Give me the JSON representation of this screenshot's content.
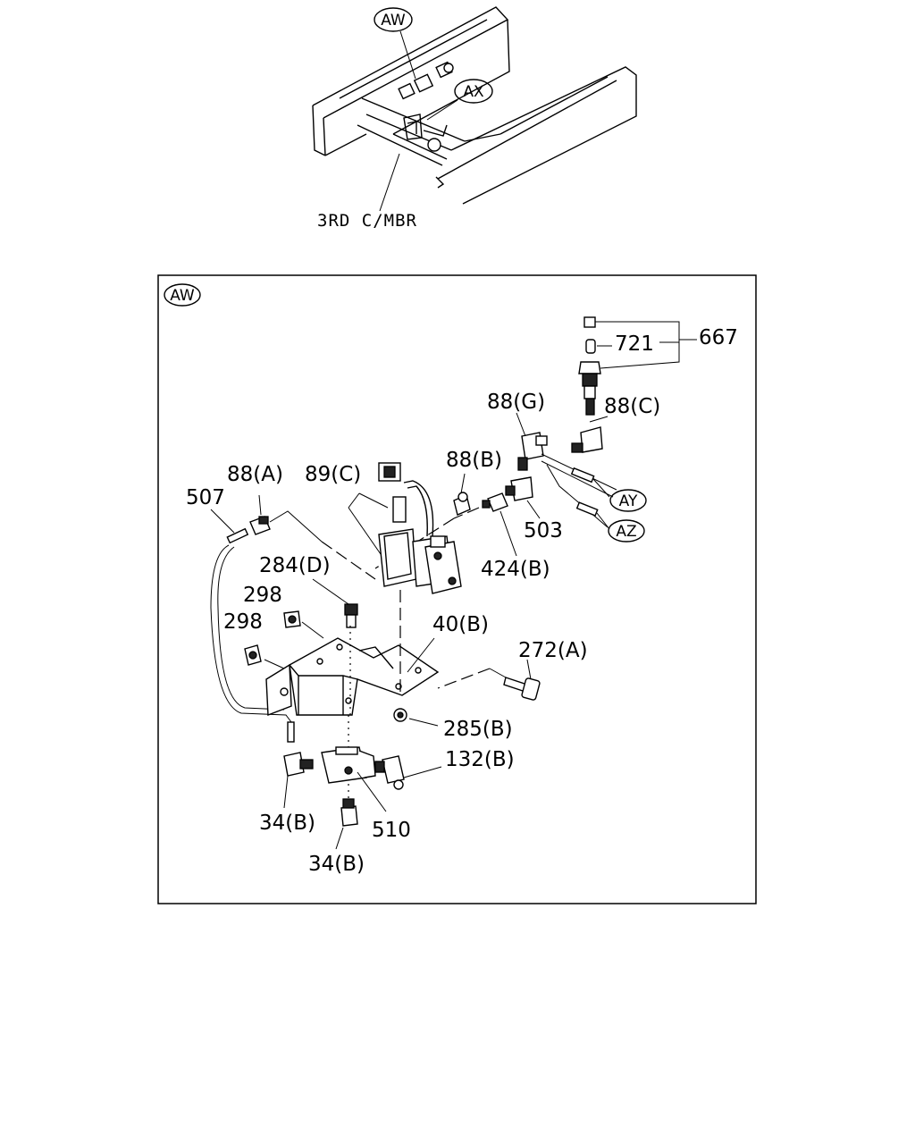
{
  "overview": {
    "callouts": [
      "AW",
      "AX"
    ],
    "frame_label": "3RD C/MBR"
  },
  "detail": {
    "view_callout": "AW",
    "parts": {
      "p667": "667",
      "p721": "721",
      "p88c": "88(C)",
      "p88g": "88(G)",
      "p88b": "88(B)",
      "p88a": "88(A)",
      "p89c": "89(C)",
      "p507": "507",
      "p503": "503",
      "p424b": "424(B)",
      "p284d": "284(D)",
      "p298a": "298",
      "p298b": "298",
      "p40b": "40(B)",
      "p272a": "272(A)",
      "p285b": "285(B)",
      "p132b": "132(B)",
      "p34b_left": "34(B)",
      "p34b_bottom": "34(B)",
      "p510": "510"
    },
    "connectors": [
      "AY",
      "AZ"
    ]
  }
}
